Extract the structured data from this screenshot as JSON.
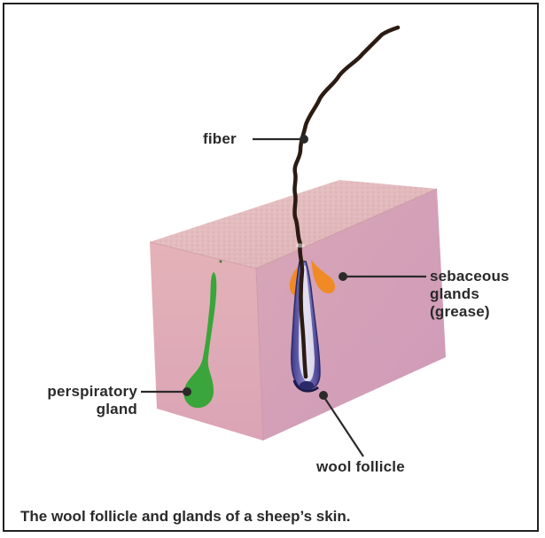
{
  "diagram": {
    "labels": {
      "fiber": "fiber",
      "sebaceous_line1": "sebaceous",
      "sebaceous_line2": "glands",
      "sebaceous_line3": "(grease)",
      "perspiratory_line1": "perspiratory",
      "perspiratory_line2": "gland",
      "wool_follicle": "wool follicle"
    },
    "caption": "The wool follicle and glands of a sheep’s skin.",
    "colors": {
      "skin_top": "#e2b7bb",
      "skin_left": "#dca9b4",
      "skin_right": "#d4a0b8",
      "fiber": "#2b1b12",
      "sebaceous": "#f08a24",
      "perspiratory": "#3aa53a",
      "follicle_sheath": "#5a4f9a",
      "leader_line": "#2a2a2a"
    }
  }
}
